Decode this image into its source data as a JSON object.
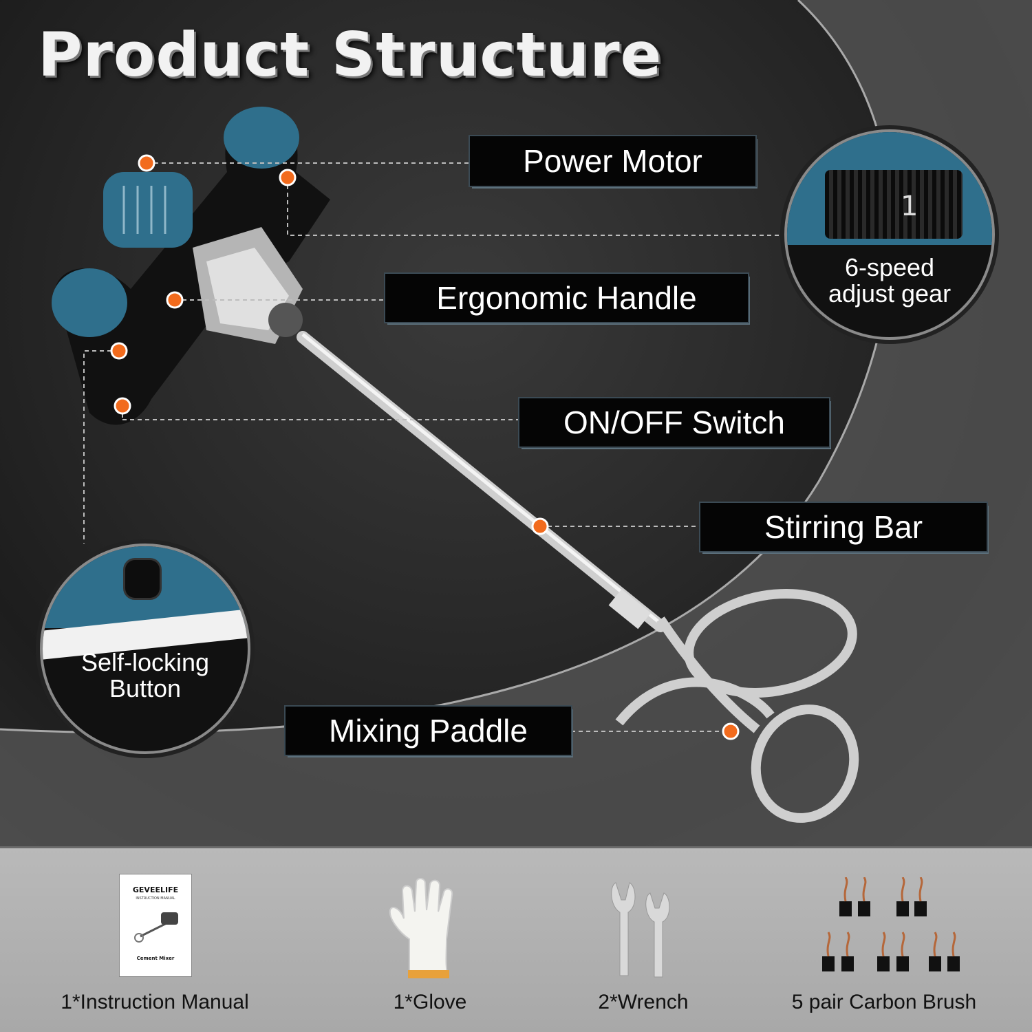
{
  "title": "Product Structure",
  "brand": "GEVEELIFE",
  "features": {
    "power_motor": "Power Motor",
    "ergonomic_handle": "Ergonomic Handle",
    "on_off_switch": "ON/OFF Switch",
    "stirring_bar": "Stirring Bar",
    "mixing_paddle": "Mixing Paddle"
  },
  "callouts": {
    "speed_gear": {
      "caption": "6-speed\nadjust gear",
      "dial_value": "1"
    },
    "self_locking": {
      "caption": "Self-locking\nButton"
    }
  },
  "accessories": [
    {
      "label": "1*Instruction Manual",
      "manual_brand": "GEVEELIFE",
      "manual_title": "Cement Mixer",
      "manual_sub": "INSTRUCTION MANUAL"
    },
    {
      "label": "1*Glove"
    },
    {
      "label": "2*Wrench"
    },
    {
      "label": "5 pair Carbon Brush"
    }
  ],
  "colors": {
    "accent_orange": "#f26b1d",
    "tool_blue": "#2f6f8c",
    "label_bg": "#050505"
  }
}
